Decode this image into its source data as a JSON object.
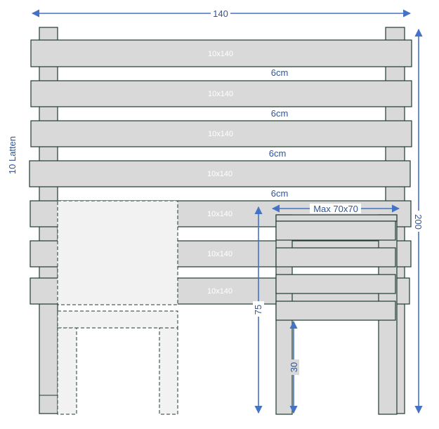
{
  "dimensions": {
    "width_total": "140",
    "height_total": "200",
    "lath_count": "10 Latten",
    "gaps": [
      "6cm",
      "6cm",
      "6cm",
      "6cm"
    ],
    "max_box": "Max 70x70",
    "height_75": "75",
    "height_30": "30"
  },
  "boards": {
    "label": "10x140"
  },
  "colors": {
    "dimension_line": "#4472c4",
    "board_fill": "#d9d9d9",
    "outline": "#1f3b2d",
    "ghost_fill": "#f2f2f2"
  }
}
